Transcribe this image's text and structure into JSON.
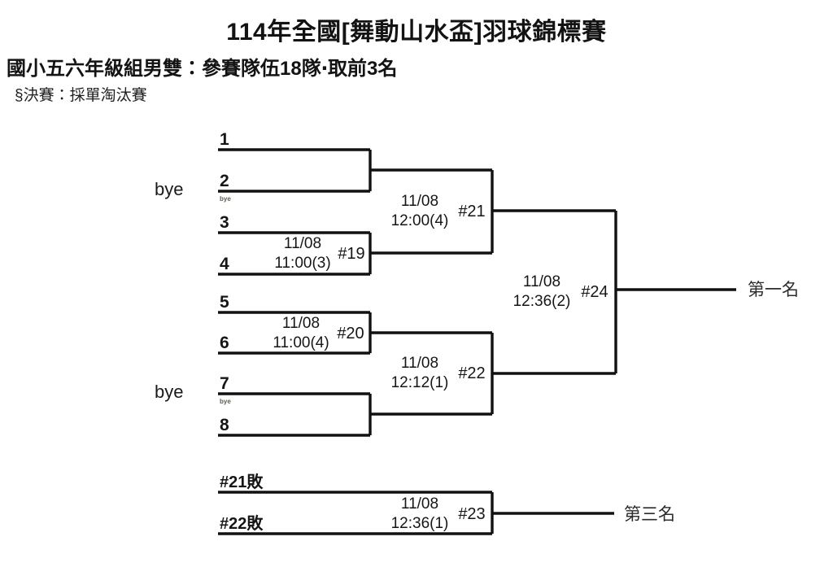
{
  "header": {
    "title": "114年全國[舞動山水盃]羽球錦標賽",
    "subtitle": "國小五六年級組男雙：參賽隊伍18隊‧取前3名",
    "note": "§決賽：採單淘汰賽"
  },
  "bracket": {
    "type": "single-elimination",
    "seeds": [
      {
        "label": "1",
        "bye": false
      },
      {
        "label": "2",
        "bye": true
      },
      {
        "label": "3",
        "bye": false
      },
      {
        "label": "4",
        "bye": false
      },
      {
        "label": "5",
        "bye": false
      },
      {
        "label": "6",
        "bye": false
      },
      {
        "label": "7",
        "bye": true
      },
      {
        "label": "8",
        "bye": false
      }
    ],
    "bye_label_left_top": "bye",
    "bye_label_left_bottom": "bye",
    "bye_small_label": "bye",
    "matches": [
      {
        "no": "#19",
        "date": "11/08",
        "time": "11:00(3)"
      },
      {
        "no": "#20",
        "date": "11/08",
        "time": "11:00(4)"
      },
      {
        "no": "#21",
        "date": "11/08",
        "time": "12:00(4)"
      },
      {
        "no": "#22",
        "date": "11/08",
        "time": "12:12(1)"
      },
      {
        "no": "#24",
        "date": "11/08",
        "time": "12:36(2)"
      },
      {
        "no": "#23",
        "date": "11/08",
        "time": "12:36(1)"
      }
    ],
    "third_place": {
      "slot_top": "#21敗",
      "slot_bottom": "#22敗"
    },
    "outcomes": {
      "first": "第一名",
      "third": "第三名"
    }
  },
  "colors": {
    "line": "#111111",
    "text": "#161616",
    "background": "#ffffff",
    "bye_small_text": "#5d5d53"
  }
}
